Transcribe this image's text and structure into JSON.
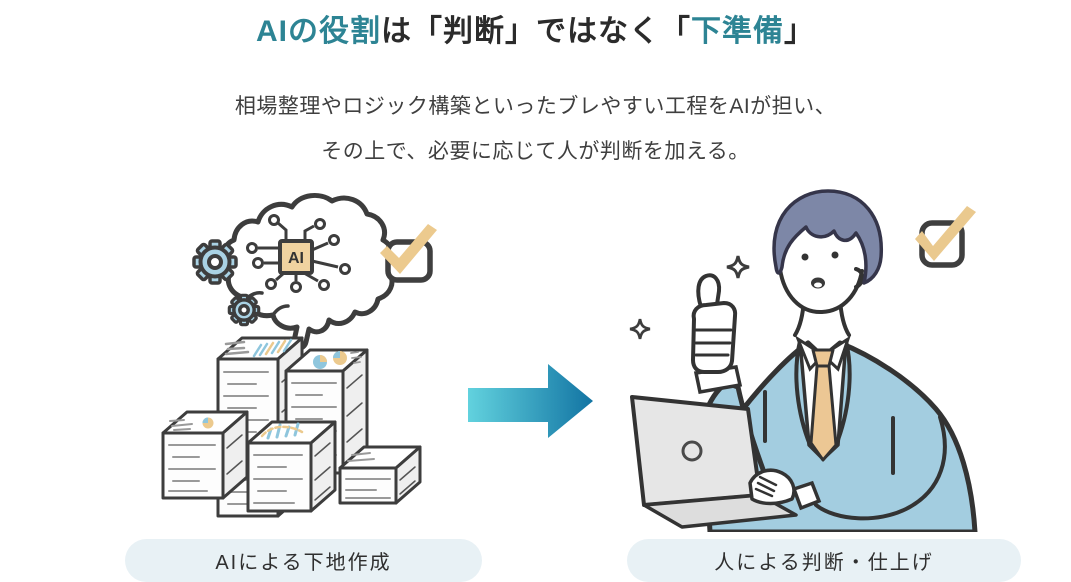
{
  "page": {
    "background_color": "#ffffff"
  },
  "title": {
    "segments": [
      {
        "text": "AIの役割",
        "accent": true
      },
      {
        "text": "は「判断」ではなく「",
        "accent": false
      },
      {
        "text": "下準備",
        "accent": true
      },
      {
        "text": "」",
        "accent": false
      }
    ],
    "accent_color": "#2d8494",
    "text_color": "#2b2b2b"
  },
  "subtitle": {
    "line1": "相場整理やロジック構築といったブレやすい工程をAIが担い、",
    "line2": "その上で、必要に応じて人が判断を加える。",
    "color": "#3f3f3f"
  },
  "flow": {
    "left": {
      "caption": "AIによる下地作成",
      "chip_label": "AI",
      "icons": [
        "brain-circuit-icon",
        "ai-chip-icon",
        "gear-icon",
        "checked-checkbox-icon",
        "documents-stack-icon"
      ]
    },
    "arrow": {
      "direction": "right",
      "gradient_from": "#62d2de",
      "gradient_to": "#1274a3"
    },
    "right": {
      "caption": "人による判断・仕上げ",
      "icons": [
        "businessman-thumbs-up-icon",
        "laptop-icon",
        "sparkle-icon",
        "checked-checkbox-icon"
      ]
    },
    "caption_pill_color": "#e8f1f5",
    "caption_text_color": "#2f2f2f"
  },
  "palette": {
    "accent_teal": "#2d8494",
    "illustration_blue": "#a3cde0",
    "gear_blue": "#a9d2e4",
    "illustration_gold": "#ecca8e",
    "hair_gray_blue": "#7d87a7",
    "outline_dark": "#3d3d3d",
    "laptop_gray": "#e6e6e6",
    "pill_background": "#e8f1f5"
  }
}
